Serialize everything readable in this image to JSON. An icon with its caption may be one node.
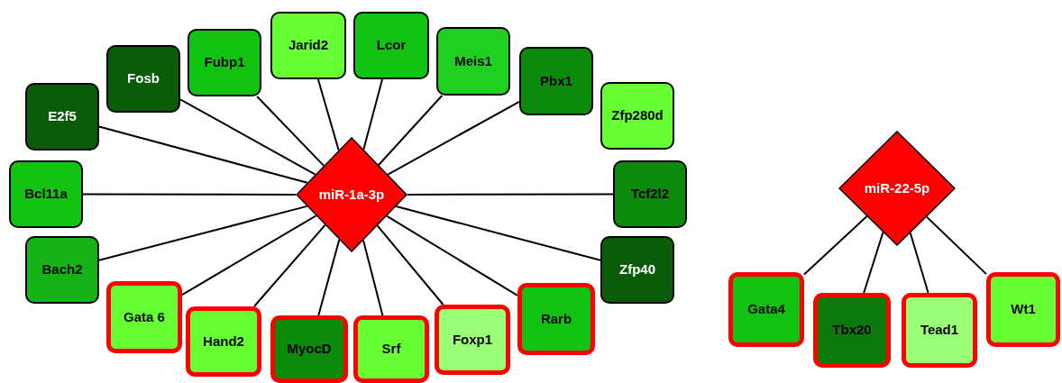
{
  "diagram": {
    "nodes": [
      {
        "text": [
          "miR-1a-3p"
        ]
      },
      {
        "text": [
          "E2f5"
        ]
      },
      {
        "text": [
          "Fosb"
        ]
      },
      {
        "text": [
          "Fubp1"
        ]
      },
      {
        "text": [
          "Jarid2"
        ]
      },
      {
        "text": [
          "Lcor"
        ]
      },
      {
        "text": [
          "Meis1"
        ]
      },
      {
        "text": [
          "Pbx1"
        ]
      },
      {
        "text": [
          "Zfp280d"
        ]
      },
      {
        "text": [
          "Bcl11a"
        ]
      },
      {
        "text": [
          "Tcf2l2"
        ]
      },
      {
        "text": [
          "Bach2"
        ]
      },
      {
        "text": [
          "Zfp40"
        ]
      },
      {
        "text": [
          "Gata 6"
        ]
      },
      {
        "text": [
          "Hand2"
        ]
      },
      {
        "text": [
          "MyocD"
        ]
      },
      {
        "text": [
          "Srf"
        ]
      },
      {
        "text": [
          "Foxp1"
        ]
      },
      {
        "text": [
          "Rarb"
        ]
      },
      {
        "text": [
          "miR-22-5p"
        ]
      },
      {
        "text": [
          "Gata4"
        ]
      },
      {
        "text": [
          "Tbx20"
        ]
      },
      {
        "text": [
          "Tead1"
        ]
      },
      {
        "text": [
          "Wt1"
        ]
      }
    ],
    "edges": [
      {
        "from": 0,
        "to": 1,
        "arrow": "none"
      },
      {
        "from": 0,
        "to": 2,
        "arrow": "none"
      },
      {
        "from": 0,
        "to": 3,
        "arrow": "none"
      },
      {
        "from": 0,
        "to": 4,
        "arrow": "none"
      },
      {
        "from": 0,
        "to": 5,
        "arrow": "none"
      },
      {
        "from": 0,
        "to": 6,
        "arrow": "none"
      },
      {
        "from": 0,
        "to": 7,
        "arrow": "none"
      },
      {
        "from": 0,
        "to": 9,
        "arrow": "none"
      },
      {
        "from": 0,
        "to": 10,
        "arrow": "none"
      },
      {
        "from": 0,
        "to": 11,
        "arrow": "none"
      },
      {
        "from": 0,
        "to": 12,
        "arrow": "none"
      },
      {
        "from": 0,
        "to": 13,
        "arrow": "none"
      },
      {
        "from": 0,
        "to": 14,
        "arrow": "none"
      },
      {
        "from": 0,
        "to": 15,
        "arrow": "none"
      },
      {
        "from": 0,
        "to": 16,
        "arrow": "none"
      },
      {
        "from": 0,
        "to": 17,
        "arrow": "none"
      },
      {
        "from": 0,
        "to": 18,
        "arrow": "none"
      },
      {
        "from": 19,
        "to": 20,
        "arrow": "none"
      },
      {
        "from": 19,
        "to": 21,
        "arrow": "none"
      },
      {
        "from": 19,
        "to": 22,
        "arrow": "none"
      },
      {
        "from": 19,
        "to": 23,
        "arrow": "none"
      }
    ]
  }
}
